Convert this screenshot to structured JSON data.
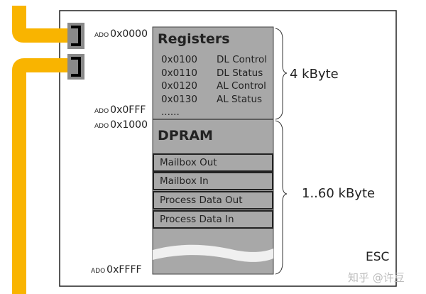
{
  "colors": {
    "bus": "#f9b400",
    "memory": "#a8a8a8",
    "frame": "#222222"
  },
  "addresses": [
    {
      "prefix": "ADO",
      "value": "0x0000"
    },
    {
      "prefix": "ADO",
      "value": "0x0FFF"
    },
    {
      "prefix": "ADO",
      "value": "0x1000"
    },
    {
      "prefix": "ADO",
      "value": "0xFFFF"
    }
  ],
  "registers": {
    "title": "Registers",
    "rows": [
      {
        "addr": "0x0100",
        "name": "DL Control"
      },
      {
        "addr": "0x0110",
        "name": "DL Status"
      },
      {
        "addr": "0x0120",
        "name": "AL Control"
      },
      {
        "addr": "0x0130",
        "name": "AL Status"
      }
    ],
    "ellipsis": "......",
    "size": "4 kByte"
  },
  "dpram": {
    "title": "DPRAM",
    "areas": [
      "Mailbox Out",
      "Mailbox In",
      "Process Data Out",
      "Process Data In"
    ],
    "size": "1..60 kByte"
  },
  "esc_label": "ESC",
  "watermark": "知乎 @许豆"
}
